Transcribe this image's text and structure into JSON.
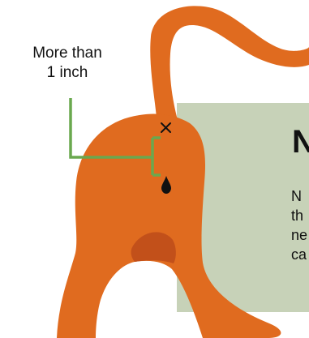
{
  "callout": {
    "label": "More than\n1 inch"
  },
  "panel": {
    "title": "N",
    "body": "N\nth\nne\nca"
  },
  "colors": {
    "cat_body": "#e06b1f",
    "cat_shadow": "#c2501a",
    "panel_bg": "#c7d2b8",
    "measure_line": "#6aa84f",
    "text": "#111111"
  }
}
